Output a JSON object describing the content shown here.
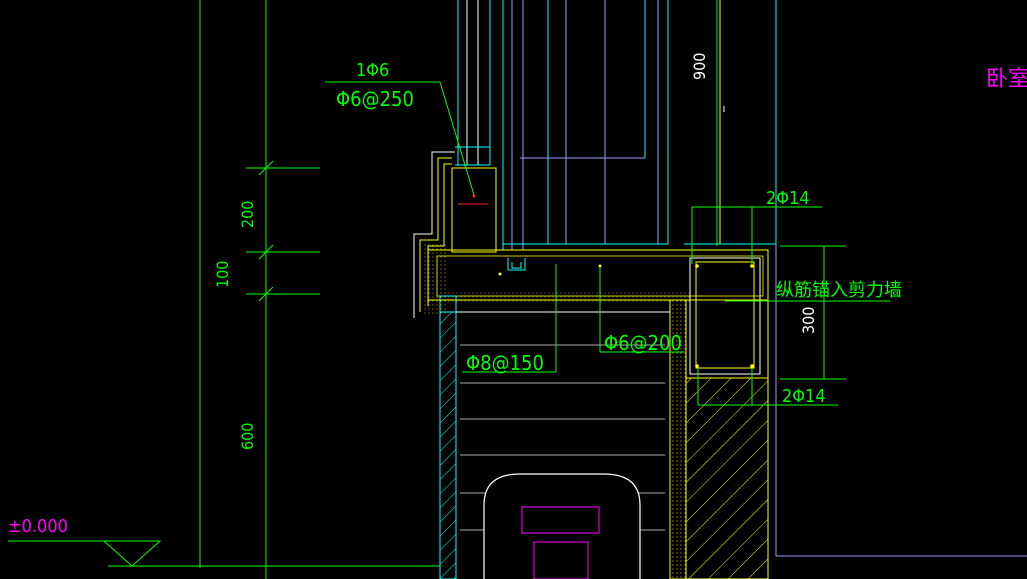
{
  "colors": {
    "background": "#000000",
    "dimension": "#00ff00",
    "structure": "#ffff00",
    "window": "#00ffff",
    "glass": "#9a9aff",
    "label_magenta": "#ff00ff",
    "hatch": "#ffff00",
    "rebar_mark": "#ff2020"
  },
  "labels": {
    "top_bar_rebar": "1Φ6",
    "top_stirrup": "Φ6@250",
    "beam_main_rebar_top": "2Φ14",
    "beam_main_rebar_bottom": "2Φ14",
    "anchor_note": "纵筋锚入剪力墙",
    "slab_rebar": "Φ6@200",
    "sill_rebar": "Φ8@150",
    "room_name": "卧室",
    "elevation": "±0.000"
  },
  "dimensions": {
    "window_height": "900",
    "upper_segment": "200",
    "middle_segment": "100",
    "lower_segment": "600",
    "beam_depth": "300"
  }
}
